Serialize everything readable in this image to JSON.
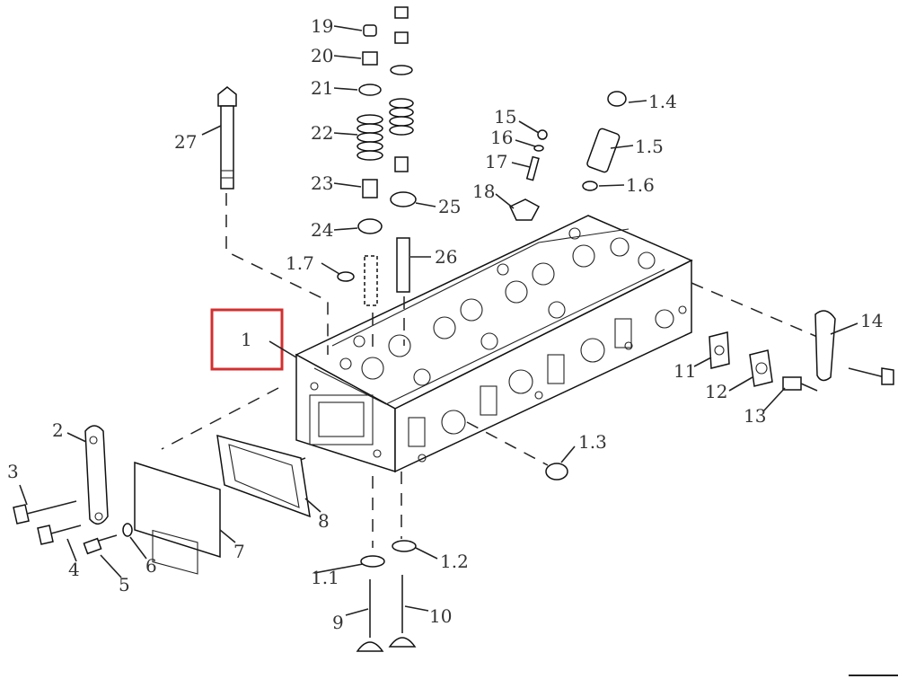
{
  "diagram": {
    "highlight_color": "#d32f2f",
    "line_color": "#222222",
    "labels": {
      "p1": "1",
      "p1_1": "1.1",
      "p1_2": "1.2",
      "p1_3": "1.3",
      "p1_4": "1.4",
      "p1_5": "1.5",
      "p1_6": "1.6",
      "p1_7": "1.7",
      "p2": "2",
      "p3": "3",
      "p4": "4",
      "p5": "5",
      "p6": "6",
      "p7": "7",
      "p8": "8",
      "p9": "9",
      "p10": "10",
      "p11": "11",
      "p12": "12",
      "p13": "13",
      "p14": "14",
      "p15": "15",
      "p16": "16",
      "p17": "17",
      "p18": "18",
      "p19": "19",
      "p20": "20",
      "p21": "21",
      "p22": "22",
      "p23": "23",
      "p24": "24",
      "p25": "25",
      "p26": "26",
      "p27": "27"
    }
  }
}
